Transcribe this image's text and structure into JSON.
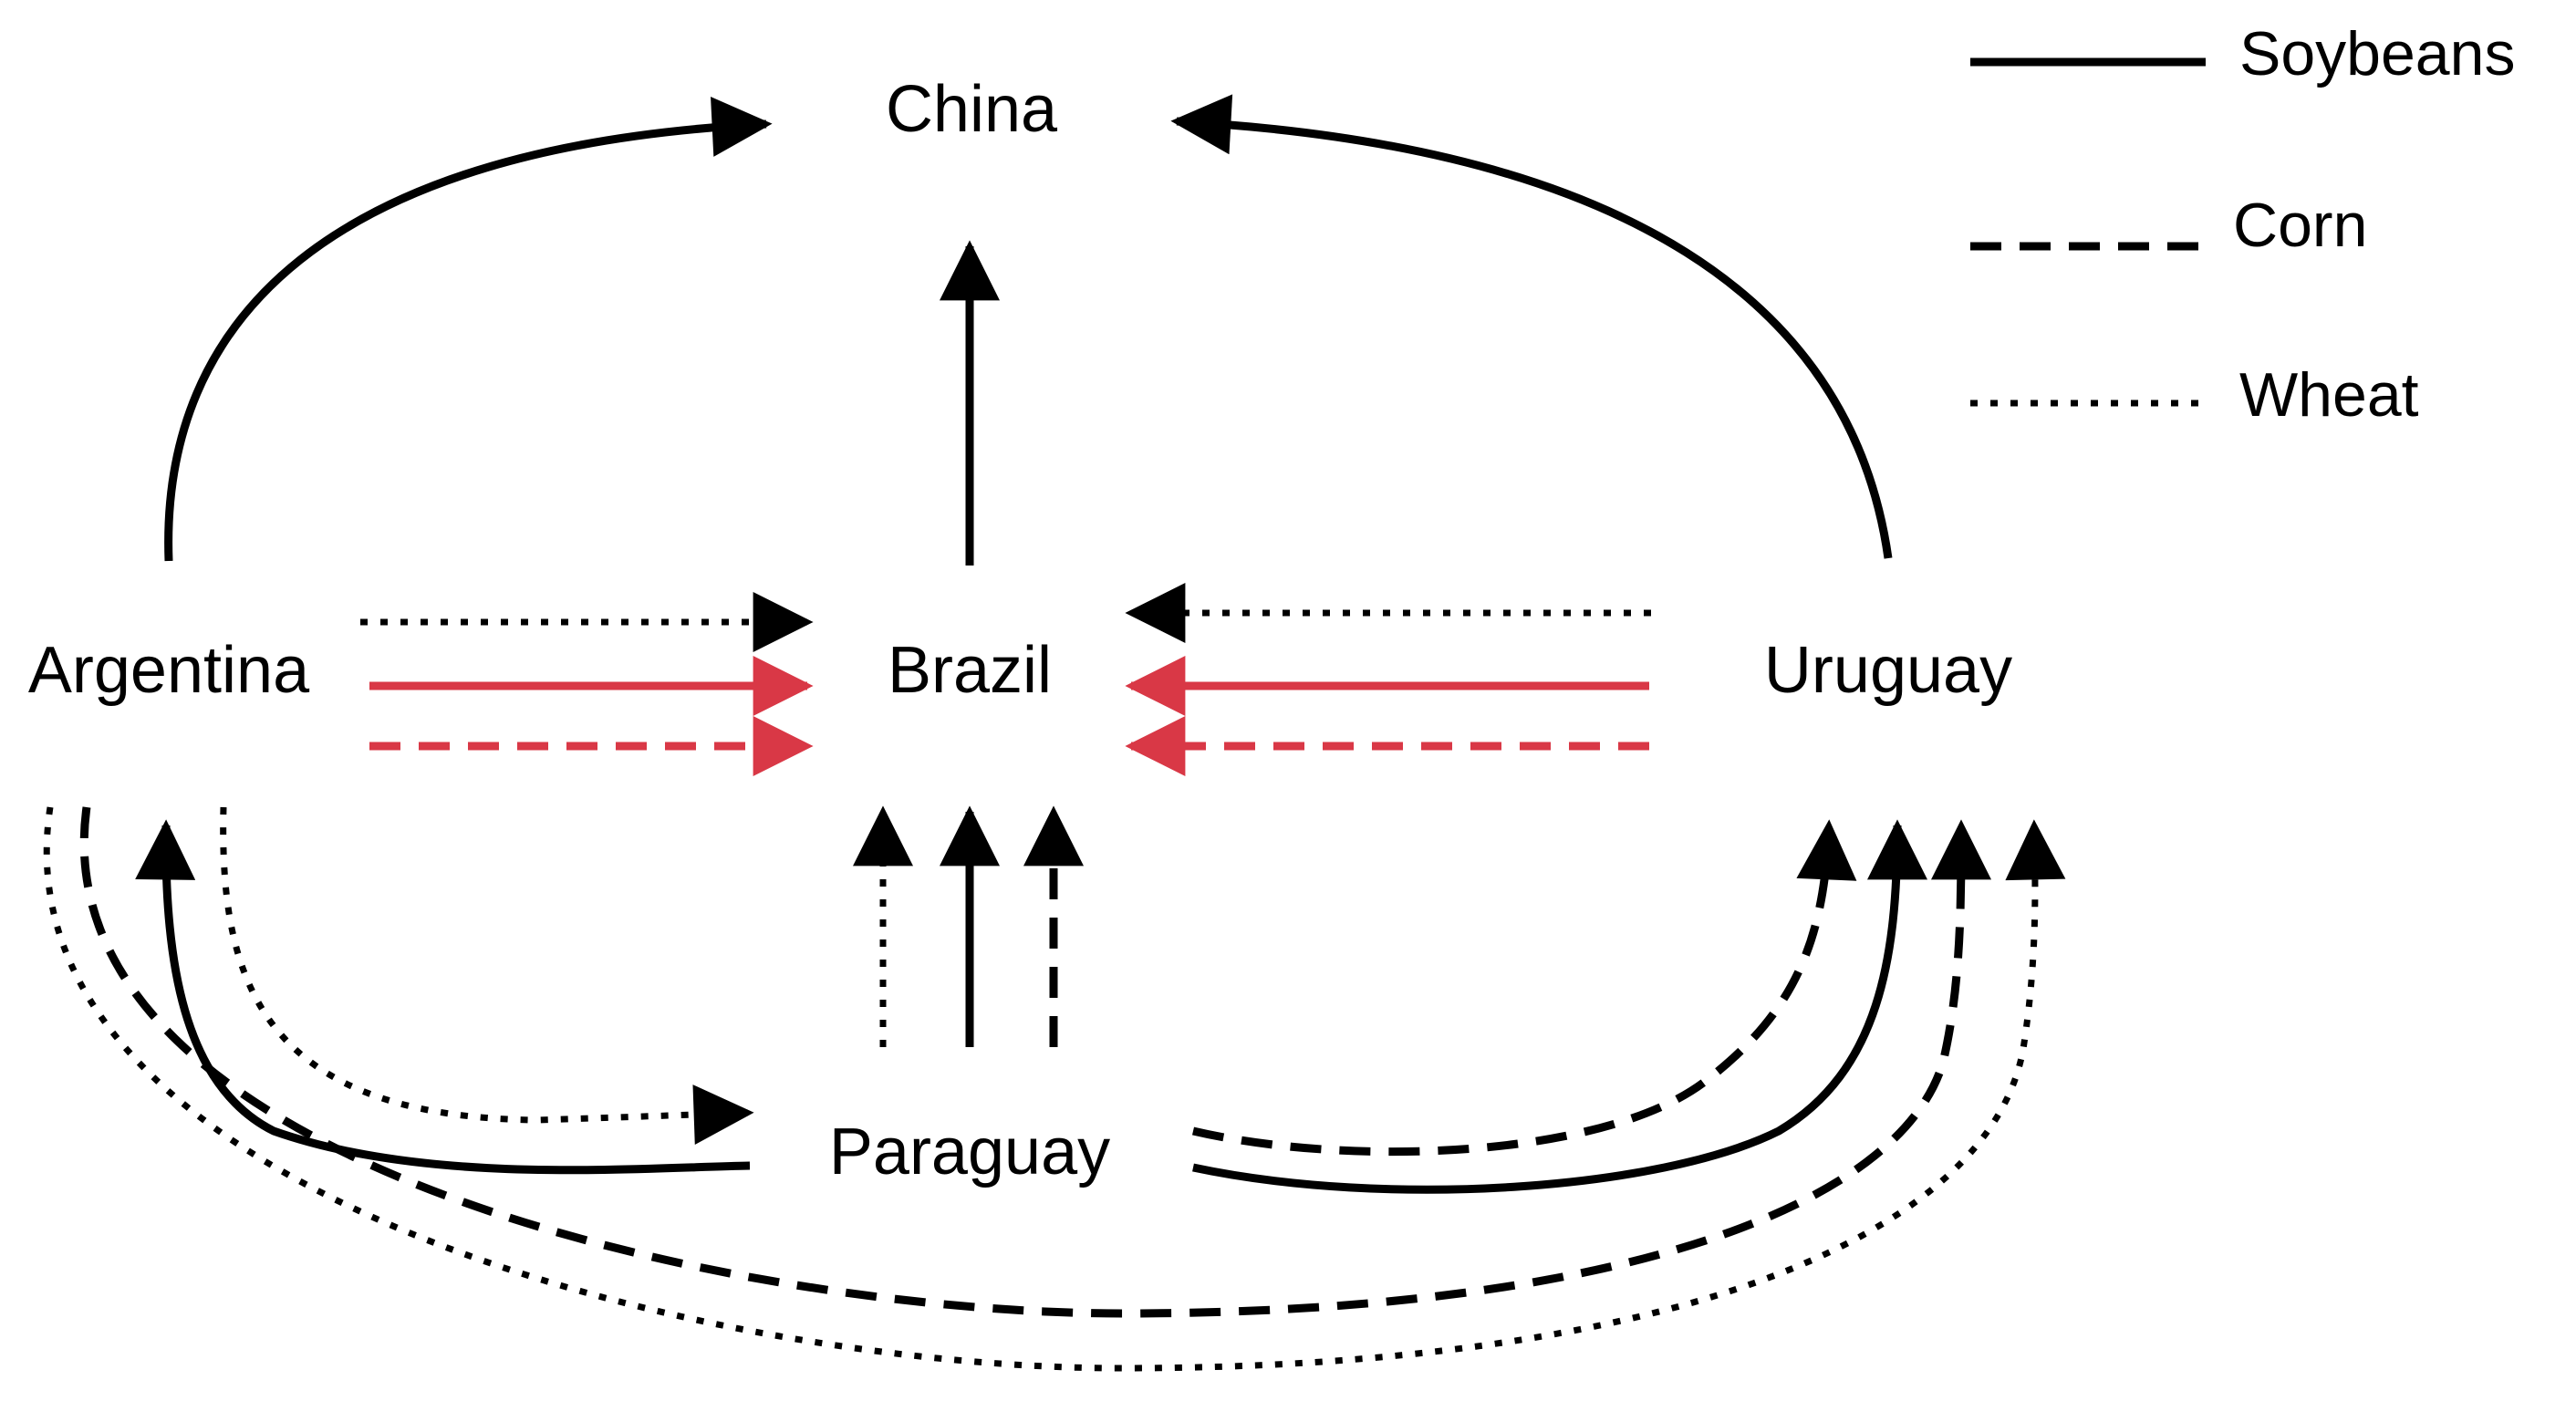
{
  "nodes": {
    "china": "China",
    "brazil": "Brazil",
    "argentina": "Argentina",
    "uruguay": "Uruguay",
    "paraguay": "Paraguay"
  },
  "legend": {
    "soybeans": "Soybeans",
    "corn": "Corn",
    "wheat": "Wheat"
  },
  "colors": {
    "default": "#000000",
    "highlight": "#d93846"
  },
  "flows": [
    {
      "from": "Argentina",
      "to": "China",
      "commodity": "Soybeans"
    },
    {
      "from": "Uruguay",
      "to": "China",
      "commodity": "Soybeans"
    },
    {
      "from": "Brazil",
      "to": "China",
      "commodity": "Soybeans"
    },
    {
      "from": "Argentina",
      "to": "Brazil",
      "commodity": "Wheat"
    },
    {
      "from": "Argentina",
      "to": "Brazil",
      "commodity": "Soybeans",
      "highlight": true
    },
    {
      "from": "Argentina",
      "to": "Brazil",
      "commodity": "Corn",
      "highlight": true
    },
    {
      "from": "Uruguay",
      "to": "Brazil",
      "commodity": "Wheat"
    },
    {
      "from": "Uruguay",
      "to": "Brazil",
      "commodity": "Soybeans",
      "highlight": true
    },
    {
      "from": "Uruguay",
      "to": "Brazil",
      "commodity": "Corn",
      "highlight": true
    },
    {
      "from": "Paraguay",
      "to": "Brazil",
      "commodity": "Wheat"
    },
    {
      "from": "Paraguay",
      "to": "Brazil",
      "commodity": "Soybeans"
    },
    {
      "from": "Paraguay",
      "to": "Brazil",
      "commodity": "Corn"
    },
    {
      "from": "Argentina",
      "to": "Paraguay",
      "commodity": "Wheat"
    },
    {
      "from": "Paraguay",
      "to": "Argentina",
      "commodity": "Soybeans"
    },
    {
      "from": "Paraguay",
      "to": "Uruguay",
      "commodity": "Corn"
    },
    {
      "from": "Paraguay",
      "to": "Uruguay",
      "commodity": "Soybeans"
    },
    {
      "from": "Argentina",
      "to": "Uruguay",
      "commodity": "Corn"
    },
    {
      "from": "Argentina",
      "to": "Uruguay",
      "commodity": "Wheat"
    }
  ]
}
